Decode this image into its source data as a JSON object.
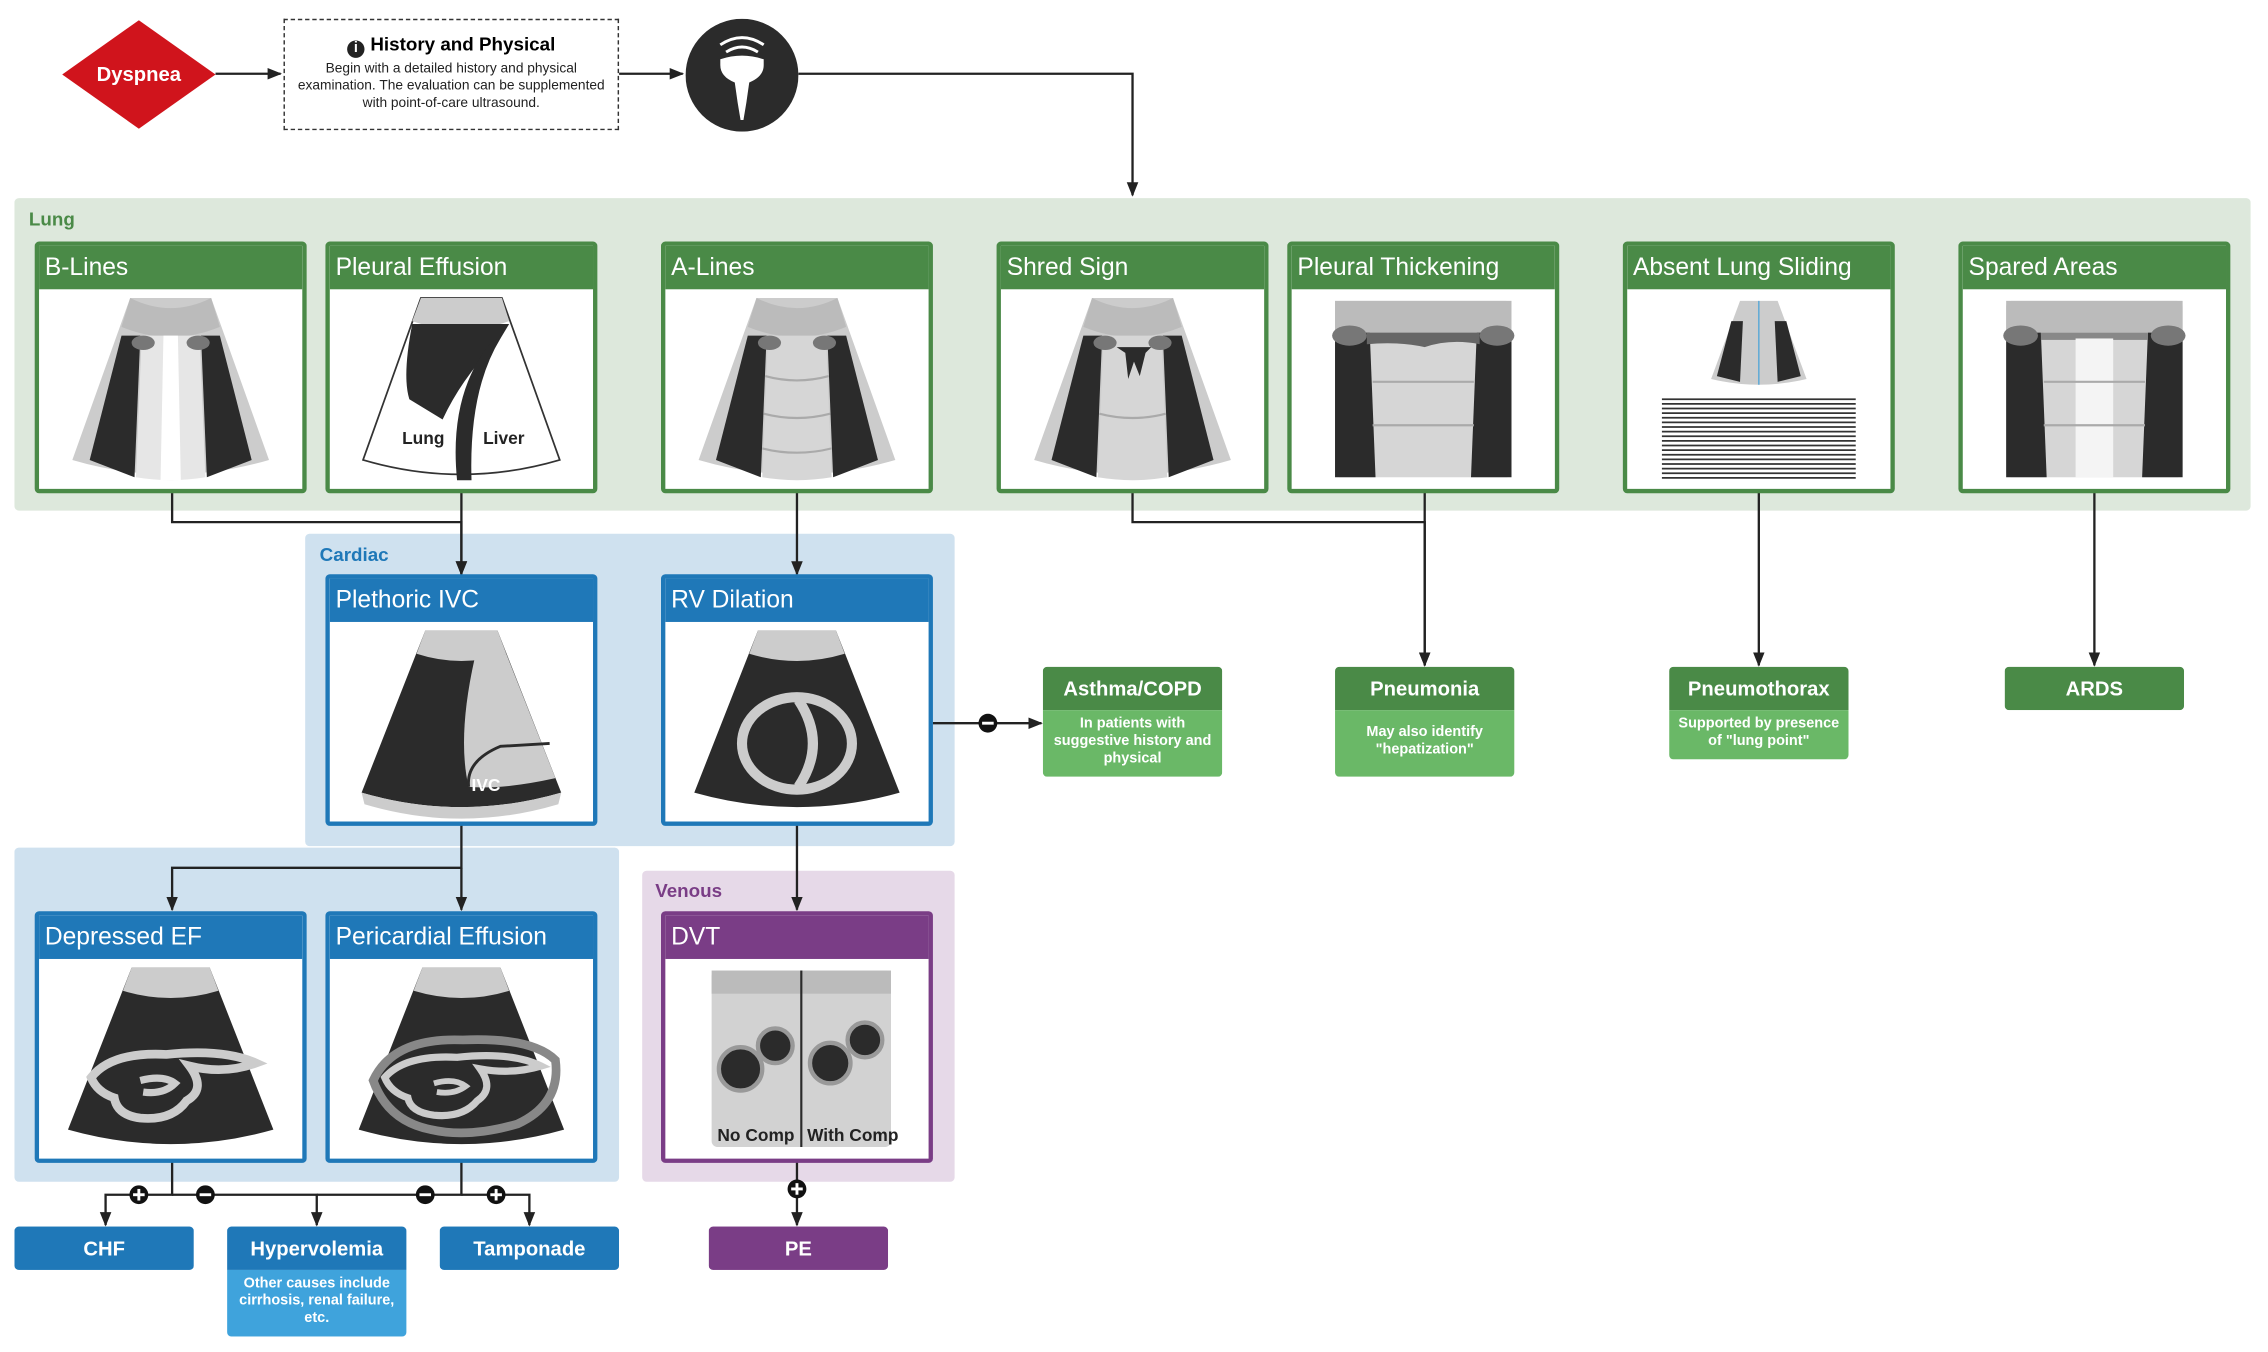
{
  "start": {
    "label": "Dyspnea"
  },
  "history": {
    "title": "History and Physical",
    "description": "Begin with a detailed history and physical examination. The evaluation can be supplemented with point-of-care ultrasound."
  },
  "regions": {
    "lung": "Lung",
    "cardiac": "Cardiac",
    "venous": "Venous"
  },
  "findings": {
    "b_lines": "B-Lines",
    "pleural_effusion": "Pleural Effusion",
    "a_lines": "A-Lines",
    "shred_sign": "Shred Sign",
    "pleural_thickening": "Pleural Thickening",
    "absent_lung_sliding": "Absent Lung Sliding",
    "spared_areas": "Spared Areas",
    "plethoric_ivc": "Plethoric IVC",
    "rv_dilation": "RV Dilation",
    "depressed_ef": "Depressed EF",
    "pericardial_effusion": "Pericardial Effusion",
    "dvt": "DVT"
  },
  "image_labels": {
    "lung": "Lung",
    "liver": "Liver",
    "ivc": "IVC",
    "no_comp": "No Comp",
    "with_comp": "With Comp"
  },
  "diagnoses": {
    "asthma": {
      "title": "Asthma/COPD",
      "note": "In patients with suggestive history and physical"
    },
    "pneumonia": {
      "title": "Pneumonia",
      "note": "May also identify \"hepatization\""
    },
    "pneumothorax": {
      "title": "Pneumothorax",
      "note": "Supported by presence of \"lung point\""
    },
    "ards": {
      "title": "ARDS"
    },
    "chf": {
      "title": "CHF"
    },
    "hypervolemia": {
      "title": "Hypervolemia",
      "note": "Other causes include cirrhosis, renal failure, etc."
    },
    "tamponade": {
      "title": "Tamponade"
    },
    "pe": {
      "title": "PE"
    }
  },
  "signs": {
    "positive": "+",
    "negative": "−"
  },
  "colors": {
    "lung": "#4a8a47",
    "lung_region": "#dde8dc",
    "cardiac": "#1f78b8",
    "cardiac_region": "#cfe1ef",
    "venous": "#7a3d86",
    "venous_region": "#e6d9e8",
    "start": "#d0141c"
  },
  "icons": [
    "info-icon",
    "ultrasound-probe-icon"
  ]
}
